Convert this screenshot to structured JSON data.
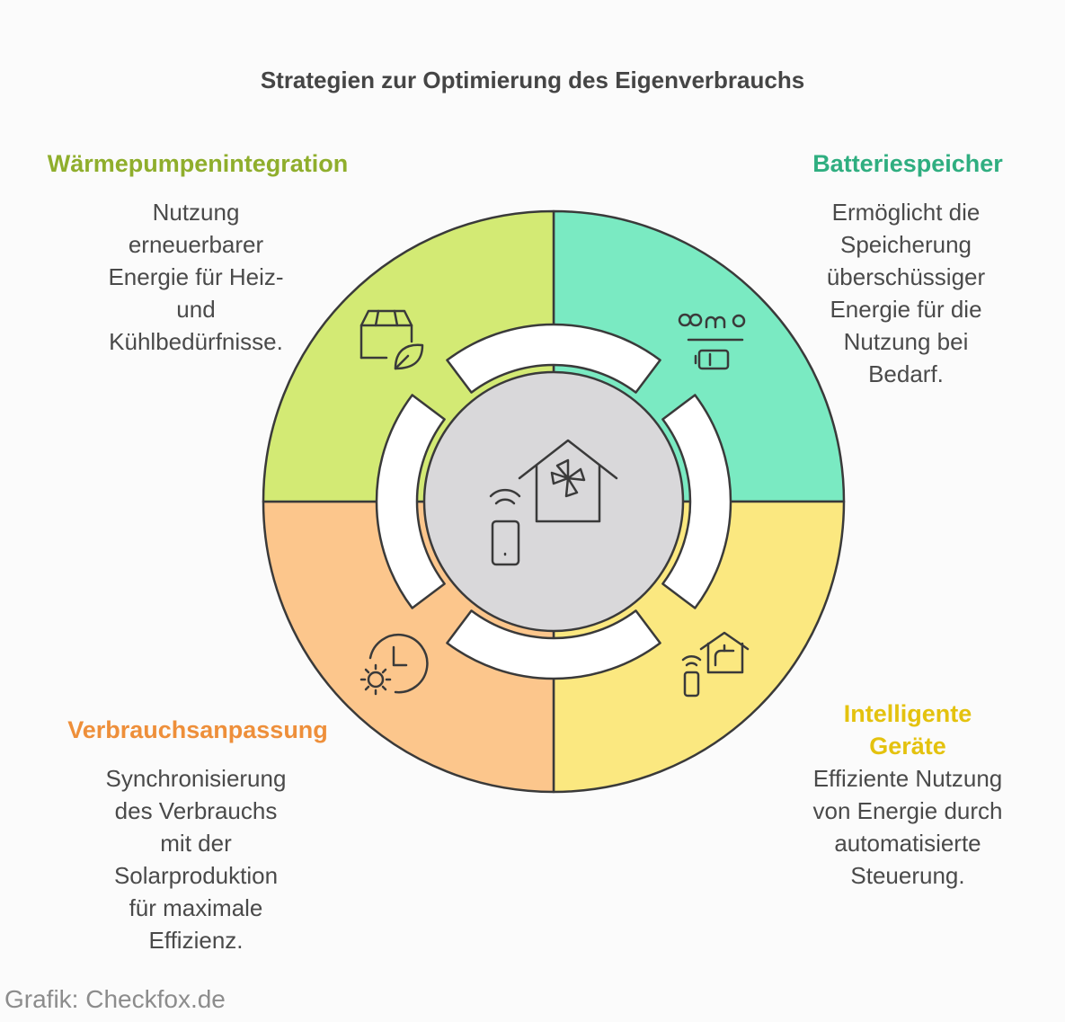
{
  "title": "Strategien zur Optimierung des Eigenverbrauchs",
  "segments": {
    "top_left": {
      "heading": "Wärmepumpenintegration",
      "text": "Nutzung\nerneuerbarer\nEnergie für Heiz-\nund\nKühlbedürfnisse.",
      "color": "#d3ea74",
      "heading_color": "#8fae2c",
      "icon": "box-leaf-icon"
    },
    "top_right": {
      "heading": "Batteriespeicher",
      "text": "Ermöglicht die\nSpeicherung\nüberschüssiger\nEnergie für die\nNutzung bei\nBedarf.",
      "color": "#7aeac2",
      "heading_color": "#2fae80",
      "icon": "battery-icon"
    },
    "bottom_right": {
      "heading": "Intelligente\nGeräte",
      "text": "Effiziente Nutzung\nvon Energie durch\nautomatisierte\nSteuerung.",
      "color": "#fbe880",
      "heading_color": "#e4c20e",
      "icon": "smart-faucet-icon"
    },
    "bottom_left": {
      "heading": "Verbrauchsanpassung",
      "text": "Synchronisierung\ndes Verbrauchs\nmit der\nSolarproduktion\nfür maximale\nEffizienz.",
      "color": "#fcc68c",
      "heading_color": "#ee8f3a",
      "icon": "sun-clock-icon"
    }
  },
  "center": {
    "icon": "smart-home-fan-icon",
    "color": "#d9d8da"
  },
  "source": "Grafik: Checkfox.de"
}
